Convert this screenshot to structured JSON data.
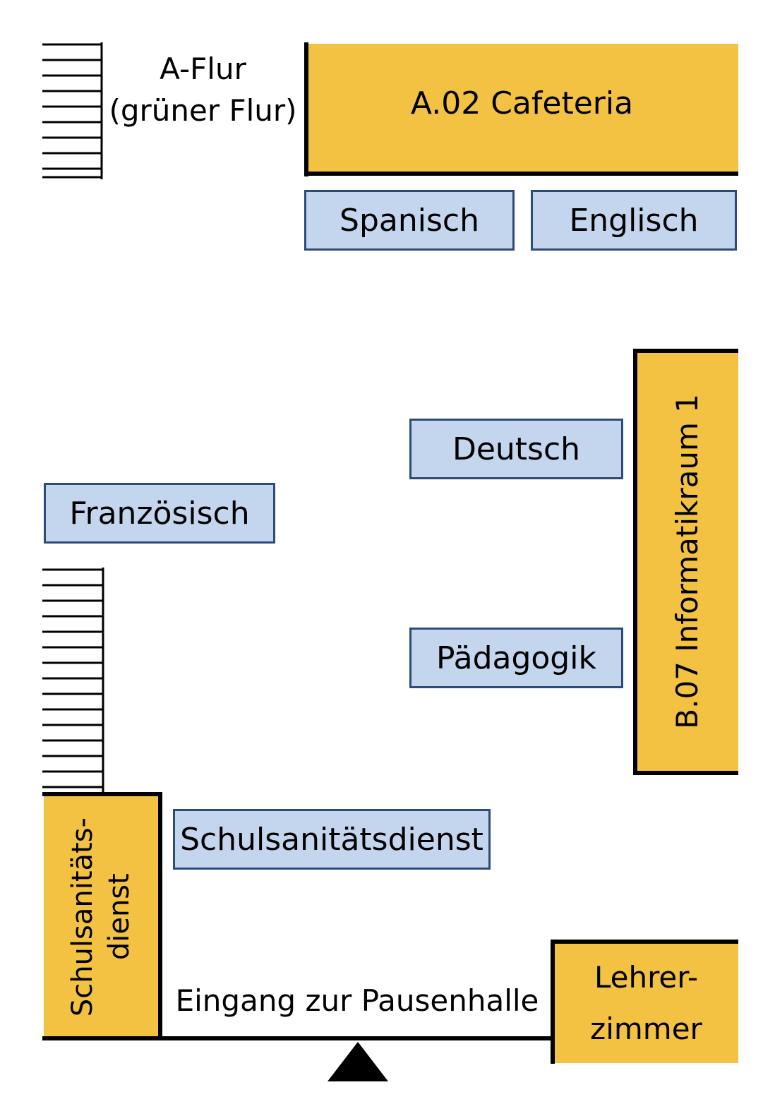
{
  "labels": {
    "corridor_line1": "A-Flur",
    "corridor_line2": "(grüner Flur)",
    "entrance": "Eingang zur Pausenhalle"
  },
  "rooms": {
    "cafeteria": "A.02 Cafeteria",
    "spanisch": "Spanisch",
    "englisch": "Englisch",
    "deutsch": "Deutsch",
    "informatik": "B.07 Informatikraum 1",
    "franzoesisch": "Französisch",
    "paedagogik": "Pädagogik",
    "sani_line1": "Schulsanitäts-",
    "sani_line2": "dienst",
    "sani_box": "Schulsanitätsdienst",
    "lehrer_line1": "Lehrer-",
    "lehrer_line2": "zimmer"
  },
  "colors": {
    "room_fill": "#F3C242",
    "subject_fill": "#C4D6EE",
    "subject_border": "#2E4A78"
  },
  "icons": {
    "stairs": "stairs-icon",
    "entrance": "entrance-triangle-icon"
  }
}
